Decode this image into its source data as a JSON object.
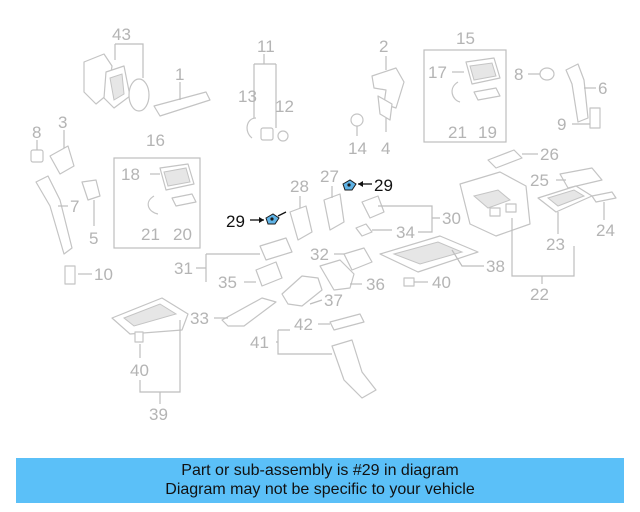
{
  "labels": [
    {
      "id": "43",
      "text": "43"
    },
    {
      "id": "1",
      "text": "1"
    },
    {
      "id": "11",
      "text": "11"
    },
    {
      "id": "13",
      "text": "13"
    },
    {
      "id": "12",
      "text": "12"
    },
    {
      "id": "2",
      "text": "2"
    },
    {
      "id": "14",
      "text": "14"
    },
    {
      "id": "4",
      "text": "4"
    },
    {
      "id": "15",
      "text": "15"
    },
    {
      "id": "17",
      "text": "17"
    },
    {
      "id": "21a",
      "text": "21"
    },
    {
      "id": "19",
      "text": "19"
    },
    {
      "id": "8a",
      "text": "8"
    },
    {
      "id": "6",
      "text": "6"
    },
    {
      "id": "9",
      "text": "9"
    },
    {
      "id": "8b",
      "text": "8"
    },
    {
      "id": "3",
      "text": "3"
    },
    {
      "id": "7",
      "text": "7"
    },
    {
      "id": "5",
      "text": "5"
    },
    {
      "id": "16",
      "text": "16"
    },
    {
      "id": "18",
      "text": "18"
    },
    {
      "id": "21b",
      "text": "21"
    },
    {
      "id": "20",
      "text": "20"
    },
    {
      "id": "27",
      "text": "27"
    },
    {
      "id": "29a",
      "text": "29",
      "highlight": true
    },
    {
      "id": "28",
      "text": "28"
    },
    {
      "id": "29b",
      "text": "29",
      "highlight": true
    },
    {
      "id": "26",
      "text": "26"
    },
    {
      "id": "25",
      "text": "25"
    },
    {
      "id": "24",
      "text": "24"
    },
    {
      "id": "30",
      "text": "30"
    },
    {
      "id": "34",
      "text": "34"
    },
    {
      "id": "23",
      "text": "23"
    },
    {
      "id": "32",
      "text": "32"
    },
    {
      "id": "38",
      "text": "38"
    },
    {
      "id": "31",
      "text": "31"
    },
    {
      "id": "35",
      "text": "35"
    },
    {
      "id": "36",
      "text": "36"
    },
    {
      "id": "40a",
      "text": "40"
    },
    {
      "id": "22",
      "text": "22"
    },
    {
      "id": "10",
      "text": "10"
    },
    {
      "id": "37",
      "text": "37"
    },
    {
      "id": "33",
      "text": "33"
    },
    {
      "id": "42",
      "text": "42"
    },
    {
      "id": "41",
      "text": "41"
    },
    {
      "id": "40b",
      "text": "40"
    },
    {
      "id": "39",
      "text": "39"
    }
  ],
  "banner": {
    "line1": "Part or sub-assembly is #29 in diagram",
    "line2": "Diagram may not be specific to your vehicle",
    "background_color": "#5bc0f8"
  },
  "colors": {
    "callout_gray": "#b4b4b4",
    "highlight_text": "#111111",
    "highlight_part": "#5fb3e6"
  }
}
